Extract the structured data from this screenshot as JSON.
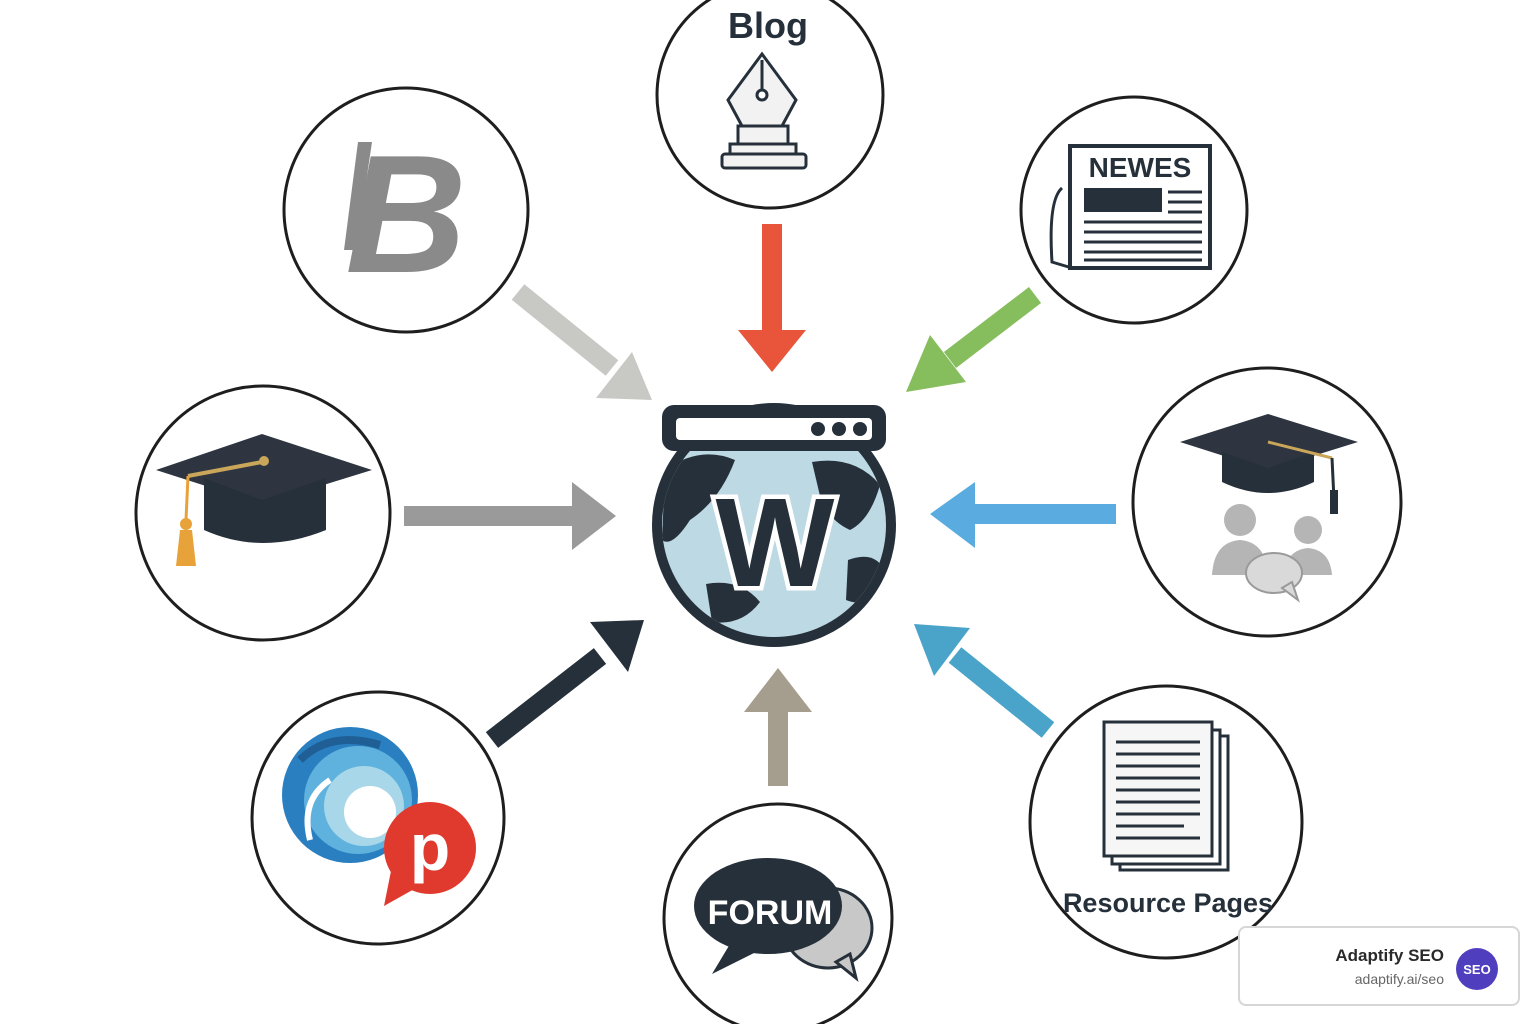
{
  "diagram": {
    "center": {
      "icon": "website-globe-icon",
      "letter": "W"
    },
    "nodes": [
      {
        "id": "blog",
        "label": "Blog",
        "icon": "fountain-pen-icon",
        "arrow_color": "#e8553a"
      },
      {
        "id": "news",
        "label": "NEWES",
        "icon": "newspaper-icon",
        "arrow_color": "#86bd5d"
      },
      {
        "id": "education-community",
        "label": "",
        "icon": "graduation-cap-users-icon",
        "arrow_color": "#5aace0"
      },
      {
        "id": "resource-pages",
        "label": "Resource Pages",
        "icon": "document-stack-icon",
        "arrow_color": "#4aa3c8"
      },
      {
        "id": "forum",
        "label": "FORUM",
        "icon": "speech-bubbles-icon",
        "arrow_color": "#a59d8d"
      },
      {
        "id": "social-platforms",
        "label": "p",
        "icon": "swirl-pinterest-icon",
        "arrow_color": "#26303a"
      },
      {
        "id": "education",
        "label": "",
        "icon": "graduation-cap-icon",
        "arrow_color": "#9a9a9a"
      },
      {
        "id": "b-logo",
        "label": "B",
        "icon": "stylized-b-logo-icon",
        "arrow_color": "#c8c8c4"
      }
    ]
  },
  "badge": {
    "title": "Adaptify SEO",
    "url": "adaptify.ai/seo",
    "logo_text": "SEO",
    "logo_color": "#4f3fbf"
  }
}
